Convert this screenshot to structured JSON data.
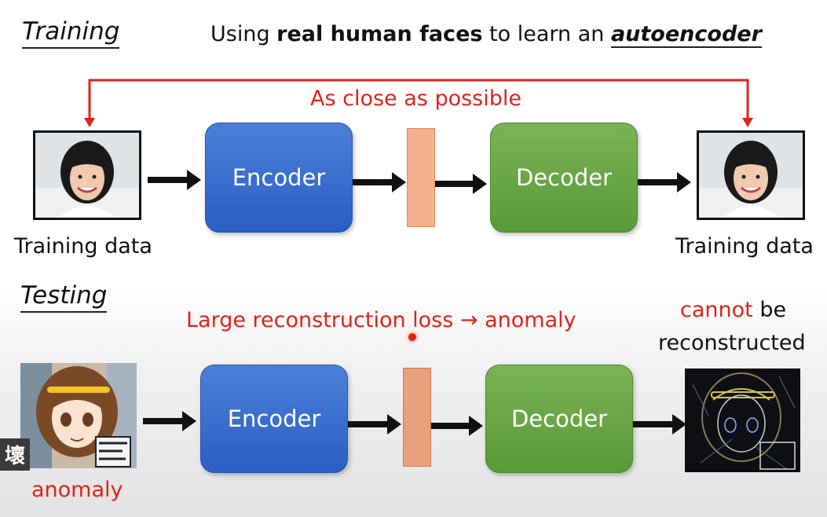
{
  "training": {
    "heading": "Training",
    "subtitle_pre": "Using ",
    "subtitle_bold": "real human faces",
    "subtitle_mid": " to learn an ",
    "subtitle_em": "autoencoder",
    "feedback_label": "As close as possible",
    "input_label": "Training data",
    "output_label": "Training data",
    "encoder_label": "Encoder",
    "decoder_label": "Decoder"
  },
  "testing": {
    "heading": "Testing",
    "loss_label": "Large reconstruction loss → anomaly",
    "output_caption_red": "cannot",
    "output_caption_rest": " be",
    "output_caption_line2": "reconstructed",
    "input_label": "anomaly",
    "encoder_label": "Encoder",
    "decoder_label": "Decoder",
    "side_tag": "壞"
  },
  "colors": {
    "accent_red": "#e0241b",
    "encoder_blue": "#3a6fd0",
    "decoder_green": "#68a845",
    "code_orange": "#f6b08d"
  }
}
